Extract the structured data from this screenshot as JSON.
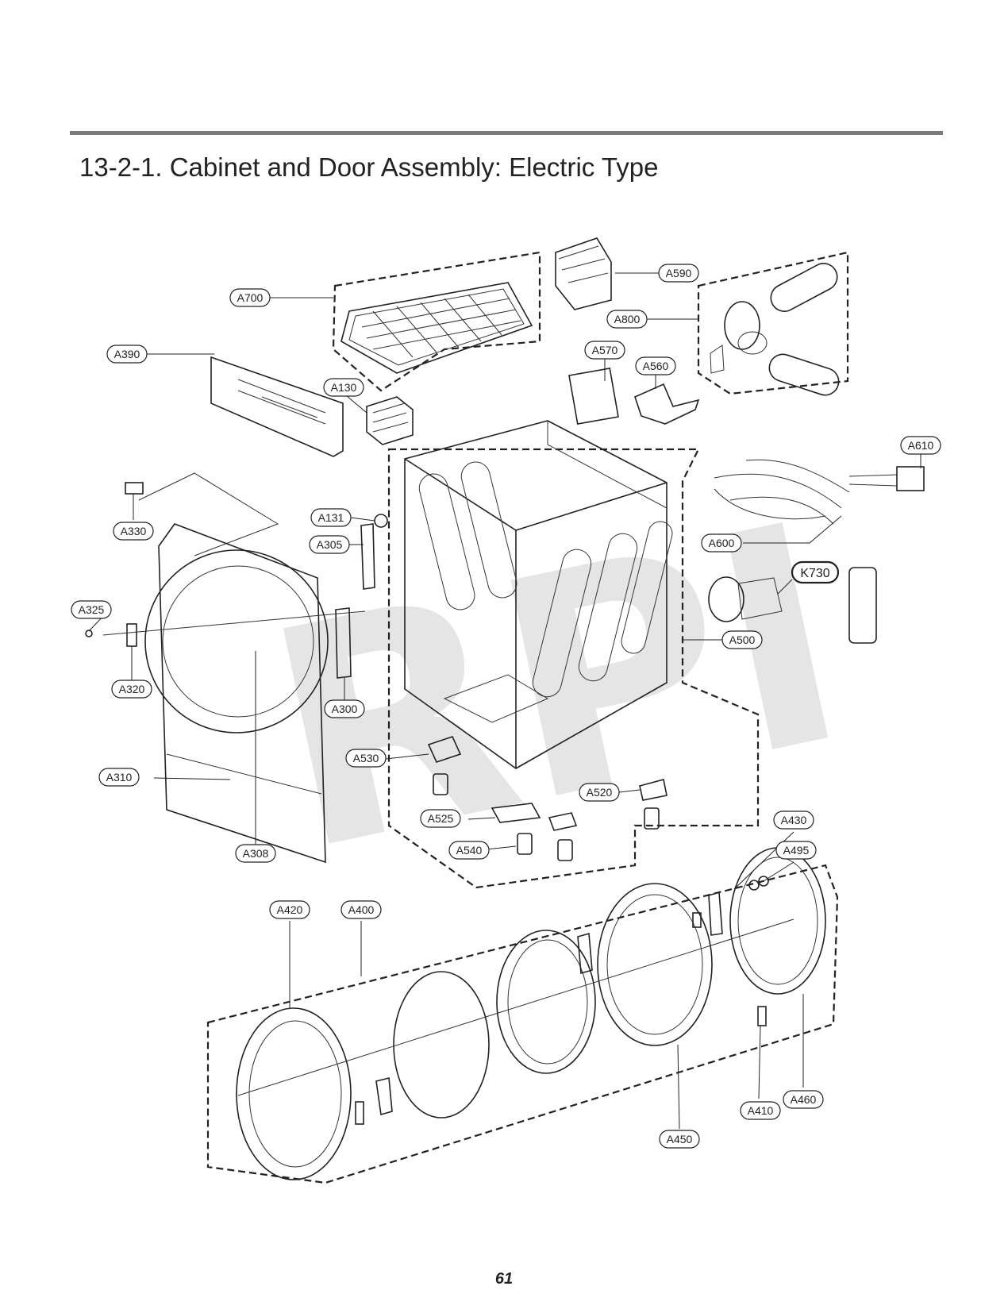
{
  "document": {
    "title": "13-2-1. Cabinet and Door Assembly: Electric Type",
    "page_number": "61",
    "watermark": "RPI"
  },
  "callouts": [
    {
      "id": "A700"
    },
    {
      "id": "A590"
    },
    {
      "id": "A800"
    },
    {
      "id": "A390"
    },
    {
      "id": "A570"
    },
    {
      "id": "A560"
    },
    {
      "id": "A130"
    },
    {
      "id": "A610"
    },
    {
      "id": "A330"
    },
    {
      "id": "A131"
    },
    {
      "id": "A305"
    },
    {
      "id": "A600"
    },
    {
      "id": "K730"
    },
    {
      "id": "A325"
    },
    {
      "id": "A500"
    },
    {
      "id": "A320"
    },
    {
      "id": "A300"
    },
    {
      "id": "A530"
    },
    {
      "id": "A310"
    },
    {
      "id": "A520"
    },
    {
      "id": "A525"
    },
    {
      "id": "A430"
    },
    {
      "id": "A540"
    },
    {
      "id": "A308"
    },
    {
      "id": "A495"
    },
    {
      "id": "A420"
    },
    {
      "id": "A400"
    },
    {
      "id": "A460"
    },
    {
      "id": "A410"
    },
    {
      "id": "A450"
    }
  ]
}
